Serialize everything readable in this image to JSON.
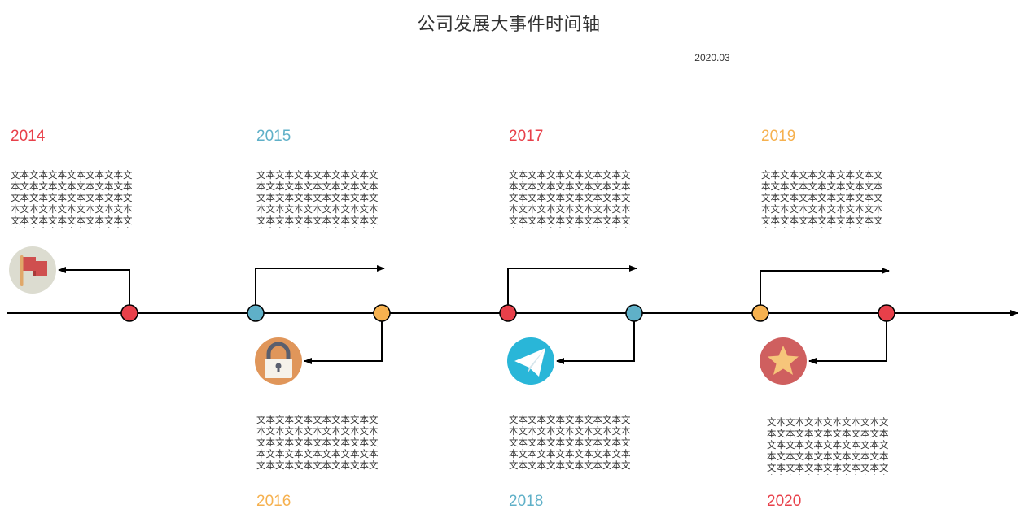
{
  "page": {
    "title": "公司发展大事件时间轴",
    "date": "2020.03"
  },
  "colors": {
    "red": "#e8404a",
    "blue": "#5fb0c8",
    "orange": "#f6b14f",
    "text": "#333333",
    "line": "#000000"
  },
  "events": [
    {
      "year": "2014",
      "color": "#e8404a",
      "icon": "flag-icon",
      "text": "文本文本文本文本文本文本文本文本文本文本文本文本文本文本文本文本文本文本文本文本文本文本文本文本文本文本文本文本文本文本文本文本文本文本文本文本文本文本文本文本文本文本文本文本文本文本文本文本文本文本文本文本文本文本文本文本文本文本文本文本文本文本文本文本文本文本文本文本文本文本"
    },
    {
      "year": "2015",
      "color": "#5fb0c8",
      "icon": "none",
      "text": "文本文本文本文本文本文本文本文本文本文本文本文本文本文本文本文本文本文本文本文本文本文本文本文本文本文本文本文本文本文本文本文本文本文本文本文本文本文本文本文本文本文本文本文本文本文本文本文本文本文本文本文本文本文本文本文本文本文本文本文本文本文本文本文本文本文本文本文本文本文本"
    },
    {
      "year": "2016",
      "color": "#f6b14f",
      "icon": "lock-icon",
      "text": "文本文本文本文本文本文本文本文本文本文本文本文本文本文本文本文本文本文本文本文本文本文本文本文本文本文本文本文本文本文本文本文本文本文本文本文本文本文本文本文本文本文本文本文本文本文本文本文本文本文本文本文本文本文本文本文本文本文本文本文本文本文本文本文本文本文本文本文本文本文本"
    },
    {
      "year": "2017",
      "color": "#e8404a",
      "icon": "none",
      "text": "文本文本文本文本文本文本文本文本文本文本文本文本文本文本文本文本文本文本文本文本文本文本文本文本文本文本文本文本文本文本文本文本文本文本文本文本文本文本文本文本文本文本文本文本文本文本文本文本文本文本文本文本文本文本文本文本文本文本文本文本文本文本文本文本文本文本文本文本文本文本"
    },
    {
      "year": "2018",
      "color": "#5fb0c8",
      "icon": "paper-plane-icon",
      "text": "文本文本文本文本文本文本文本文本文本文本文本文本文本文本文本文本文本文本文本文本文本文本文本文本文本文本文本文本文本文本文本文本文本文本文本文本文本文本文本文本文本文本文本文本文本文本文本文本文本文本文本文本文本文本文本文本文本文本文本文本文本文本文本文本文本文本文本文本文本文本"
    },
    {
      "year": "2019",
      "color": "#f6b14f",
      "icon": "none",
      "text": "文本文本文本文本文本文本文本文本文本文本文本文本文本文本文本文本文本文本文本文本文本文本文本文本文本文本文本文本文本文本文本文本文本文本文本文本文本文本文本文本文本文本文本文本文本文本文本文本文本文本文本文本文本文本文本文本文本文本文本文本文本文本文本文本文本文本文本文本文本文本"
    },
    {
      "year": "2020",
      "color": "#e8404a",
      "icon": "star-icon",
      "text": "文本文本文本文本文本文本文本文本文本文本文本文本文本文本文本文本文本文本文本文本文本文本文本文本文本文本文本文本文本文本文本文本文本文本文本文本文本文本文本文本文本文本文本文本文本文本文本文本文本文本文本文本文本文本文本文本文本文本文本文本文本文本文本文本文本文本文本文本文本文本"
    }
  ]
}
